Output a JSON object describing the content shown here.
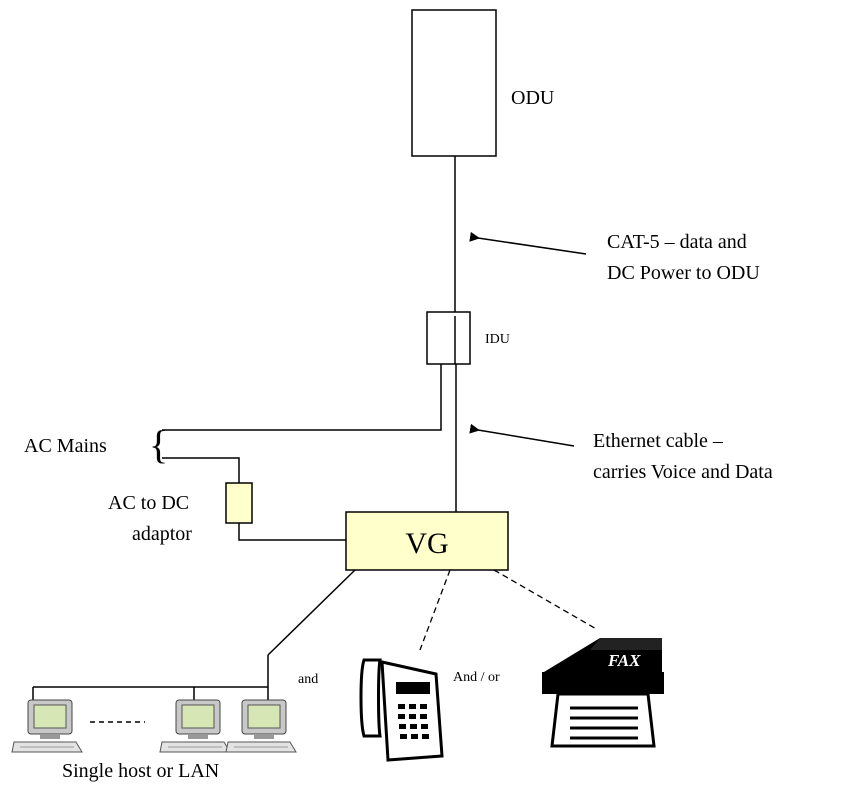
{
  "nodes": {
    "odu": {
      "label": "ODU"
    },
    "idu": {
      "label": "IDU"
    },
    "vg": {
      "label": "VG",
      "fill": "#ffffcc"
    },
    "adaptor": {
      "label_line1": "AC to DC",
      "label_line2": "adaptor",
      "fill": "#ffffcc"
    },
    "ac_mains": {
      "label": "AC Mains"
    }
  },
  "annotations": {
    "cat5": {
      "line1": "CAT-5 – data and",
      "line2": "DC Power to ODU"
    },
    "ethernet": {
      "line1": "Ethernet cable –",
      "line2": "carries Voice and Data"
    }
  },
  "connectors": {
    "and": "and",
    "and_or": "And / or"
  },
  "devices": {
    "lan_caption": "Single host or LAN",
    "fax_text": "FAX",
    "computer_icon": "desktop-computer-icon",
    "phone_icon": "desk-phone-icon",
    "fax_icon": "fax-machine-icon"
  },
  "colors": {
    "box_fill": "#ffffcc",
    "line": "#000000",
    "monitor": "#d6e7b5"
  }
}
